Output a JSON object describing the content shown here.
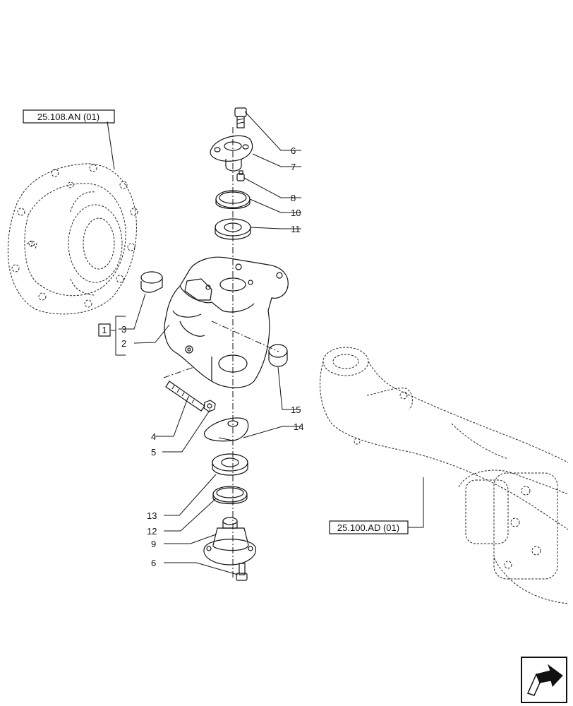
{
  "references": {
    "hub": "25.108.AN (01)",
    "axle": "25.100.AD (01)"
  },
  "bracket_label": "1",
  "callouts": {
    "c6_top": "6",
    "c7": "7",
    "c8": "8",
    "c10": "10",
    "c11": "11",
    "c3": "3",
    "c2": "2",
    "c15": "15",
    "c4": "4",
    "c5": "5",
    "c14": "14",
    "c13": "13",
    "c12": "12",
    "c9": "9",
    "c6_bottom": "6"
  },
  "icons": {
    "corner": "next-page-arrow-icon"
  }
}
